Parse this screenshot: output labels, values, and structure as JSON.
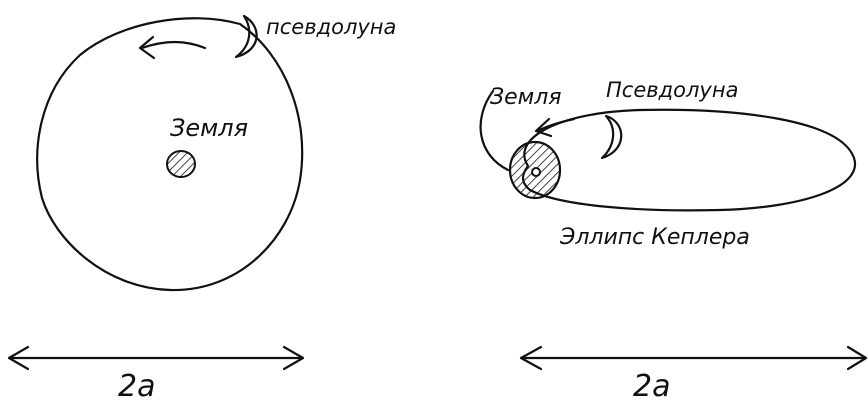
{
  "left_diagram": {
    "orbit_label": "псевдолуна",
    "center_label": "Земля",
    "dimension_label": "2a"
  },
  "right_diagram": {
    "earth_label": "Земля",
    "orbit_label": "Псевдолуна",
    "ellipse_label": "Эллипс Кеплера",
    "dimension_label": "2a"
  }
}
